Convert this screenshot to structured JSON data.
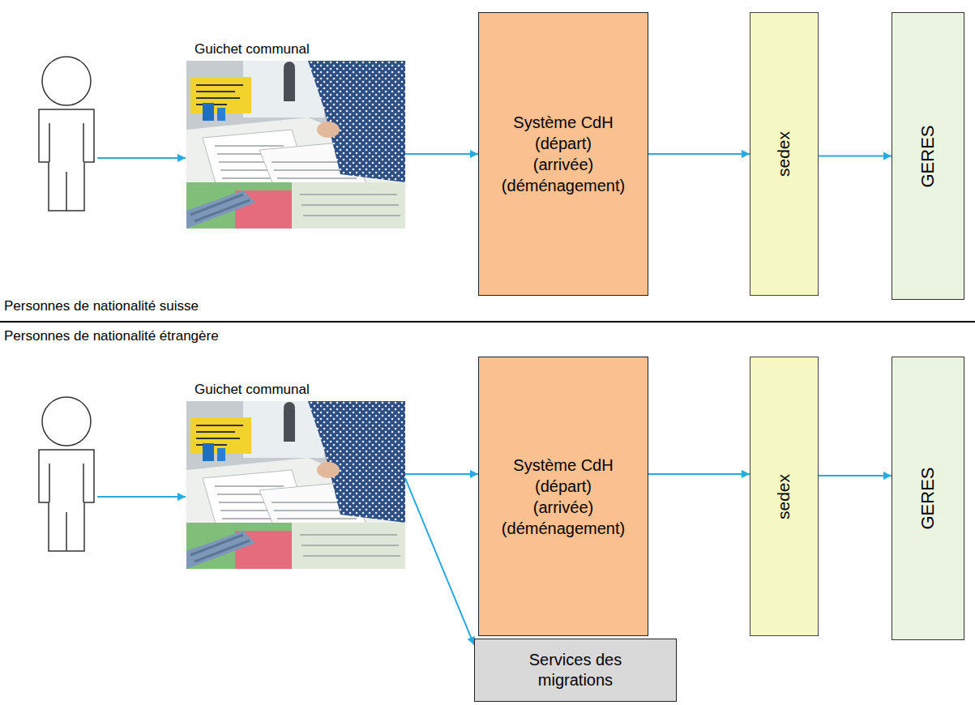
{
  "diagram": {
    "nodes": [
      {
        "text": [
          "Guichet communal"
        ]
      },
      {
        "text": [
          "Système CdH",
          "(départ)",
          "(arrivée)",
          "(déménagement)"
        ]
      },
      {
        "text": [
          "sedex"
        ]
      },
      {
        "text": [
          "GERES"
        ]
      },
      {
        "text": [
          "Guichet communal"
        ]
      },
      {
        "text": [
          "Système CdH",
          "(départ)",
          "(arrivée)",
          "(déménagement)"
        ]
      },
      {
        "text": [
          "sedex"
        ]
      },
      {
        "text": [
          "GERES"
        ]
      },
      {
        "text": [
          "Services des migrations"
        ]
      }
    ],
    "edges": [
      {
        "from": 0,
        "to": 1,
        "arrow": "to"
      },
      {
        "from": 1,
        "to": 2,
        "arrow": "to"
      },
      {
        "from": 2,
        "to": 3,
        "arrow": "to"
      },
      {
        "from": 4,
        "to": 5,
        "arrow": "to"
      },
      {
        "from": 5,
        "to": 6,
        "arrow": "to"
      },
      {
        "from": 6,
        "to": 7,
        "arrow": "to"
      },
      {
        "from": 4,
        "to": 8,
        "arrow": "to"
      }
    ],
    "labels": [
      "Personnes de nationalité suisse",
      "Personnes de nationalité étrangère"
    ]
  }
}
